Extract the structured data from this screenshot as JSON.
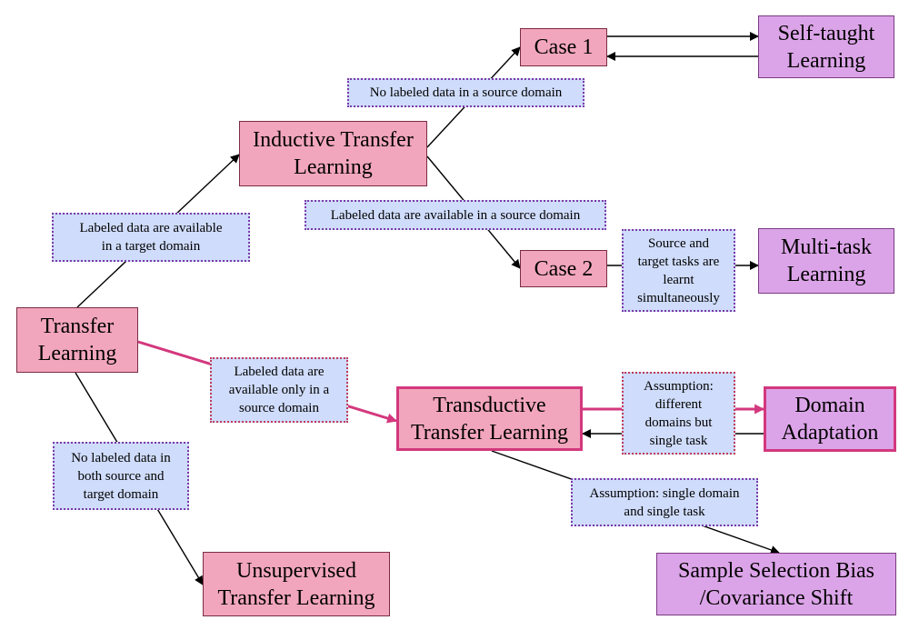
{
  "colors": {
    "box_pink": "#f2a6bd",
    "box_violet": "#dca4e8",
    "label_fill": "#cfdcfb",
    "highlight": "#d3387e",
    "edge": "#000000"
  },
  "nodes": {
    "transfer_learning": "Transfer\nLearning",
    "inductive": "Inductive Transfer\nLearning",
    "transductive": "Transductive\nTransfer Learning",
    "unsupervised": "Unsupervised\nTransfer Learning",
    "case1": "Case 1",
    "case2": "Case 2",
    "self_taught": "Self-taught\nLearning",
    "multi_task": "Multi-task\nLearning",
    "domain_adaptation": "Domain\nAdaptation",
    "sample_selection": "Sample Selection Bias\n/Covariance Shift"
  },
  "labels": {
    "labeled_target": "Labeled data are available\nin a target domain",
    "no_labeled_source": "No labeled data in a source domain",
    "labeled_source": "Labeled data are available  in a source domain",
    "source_target_tasks": "Source and\ntarget tasks are\nlearnt\nsimultaneously",
    "labeled_only_source": "Labeled data are\navailable  only in a\nsource domain",
    "different_domains": "Assumption:\ndifferent\ndomains but\nsingle task",
    "single_domain": "Assumption: single domain\nand single task",
    "no_labeled_both": "No labeled data in\nboth source and\ntarget domain"
  }
}
